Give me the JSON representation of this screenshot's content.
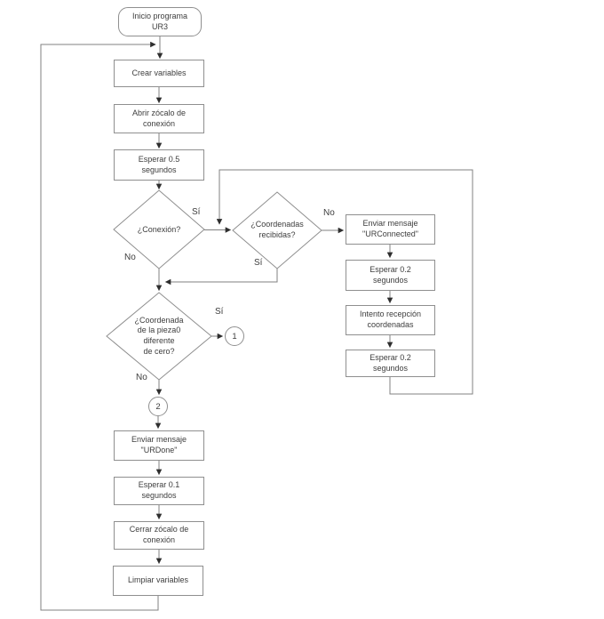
{
  "colors": {
    "background": "#ffffff",
    "line": "#808080",
    "arrowhead": "#2e2e2e",
    "node_border": "#8f8f8f",
    "node_fill": "#ffffff",
    "text": "#3d3d3d"
  },
  "flowchart": {
    "start": {
      "label": "Inicio programa\nUR3"
    },
    "setup_steps": [
      {
        "label": "Crear variables"
      },
      {
        "label": "Abrir zócalo de\nconexión"
      },
      {
        "label": "Esperar 0.5\nsegundos"
      }
    ],
    "decision_conexion": {
      "label": "¿Conexión?",
      "yes_label": "Sí",
      "no_label": "No"
    },
    "decision_coordenadas": {
      "label": "¿Coordenadas\nrecibidas?",
      "yes_label": "Sí",
      "no_label": "No"
    },
    "retry_steps": [
      {
        "label": "Enviar mensaje\n\"URConnected\""
      },
      {
        "label": "Esperar 0.2\nsegundos"
      },
      {
        "label": "Intento recepción\ncoordenadas"
      },
      {
        "label": "Esperar 0.2\nsegundos"
      }
    ],
    "decision_pieza": {
      "label": "¿Coordenada\nde la pieza0\ndiferente\nde cero?",
      "yes_label": "Sí",
      "no_label": "No"
    },
    "connector_1": {
      "label": "1"
    },
    "connector_2": {
      "label": "2"
    },
    "finish_steps": [
      {
        "label": "Enviar mensaje\n\"URDone\""
      },
      {
        "label": "Esperar 0.1\nsegundos"
      },
      {
        "label": "Cerrar zócalo de\nconexión"
      },
      {
        "label": "Limpiar variables"
      }
    ]
  }
}
